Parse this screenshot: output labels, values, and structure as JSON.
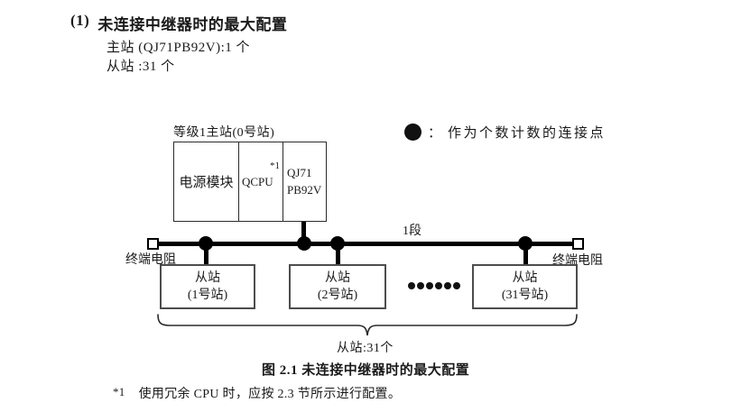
{
  "header": {
    "heading_marker": "(1)",
    "heading_text": "未连接中继器时的最大配置",
    "spec_master": "主站 (QJ71PB92V):1 个",
    "spec_slave": "从站 :31 个"
  },
  "legend": {
    "separator": "：",
    "label": "作为个数计数的连接点"
  },
  "diagram": {
    "master_label": "等级1主站(0号站)",
    "master": {
      "power": "电源模块",
      "cpu": "QCPU",
      "cpu_note": "*1",
      "pb_line1": "QJ71",
      "pb_line2": "PB92V"
    },
    "segment_label": "1段",
    "terminator_left": "终端电阻",
    "terminator_right": "终端电阻",
    "slaves": [
      {
        "line1": "从站",
        "line2": "(1号站)"
      },
      {
        "line1": "从站",
        "line2": "(2号站)"
      },
      {
        "line1": "从站",
        "line2": "(31号站)"
      }
    ],
    "ellipsis_dot_count": 6,
    "brace_label": "从站:31个"
  },
  "footer": {
    "caption": "图 2.1 未连接中继器时的最大配置",
    "footnote_marker": "*1",
    "footnote_text": "使用冗余 CPU 时，应按 2.3 节所示进行配置。"
  },
  "colors": {
    "ink": "#1a1a1a",
    "line": "#000000",
    "box_border": "#4d4d4d"
  }
}
